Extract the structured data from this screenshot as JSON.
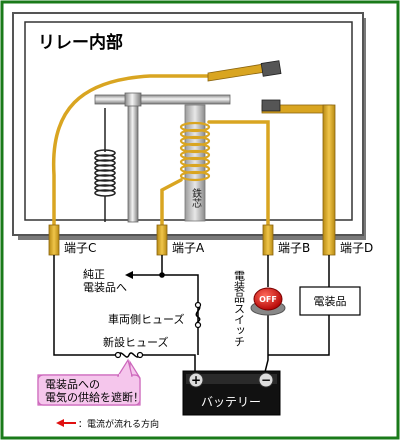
{
  "relay": {
    "title": "リレー内部",
    "core_label": "鉄芯"
  },
  "terminals": {
    "c": "端子C",
    "a": "端子A",
    "b": "端子B",
    "d": "端子D"
  },
  "labels": {
    "genuine_line": "純正\n電装品へ",
    "vehicle_fuse": "車両側ヒューズ",
    "new_fuse": "新設ヒューズ",
    "switch_label": "電装品スイッチ",
    "switch_state": "OFF",
    "device": "電装品",
    "battery": "バッテリー",
    "battery_plus": "+",
    "battery_minus": "−"
  },
  "callout": {
    "text": "電装品への\n電気の供給を遮断！"
  },
  "legend": {
    "text": "：電流が流れる方向"
  },
  "colors": {
    "frame_green": "#1a7a1a",
    "wire_gold": "#d9a521",
    "callout_fill": "#f5c6ec",
    "callout_stroke": "#cc66bb",
    "arrow_red": "#e01010"
  }
}
